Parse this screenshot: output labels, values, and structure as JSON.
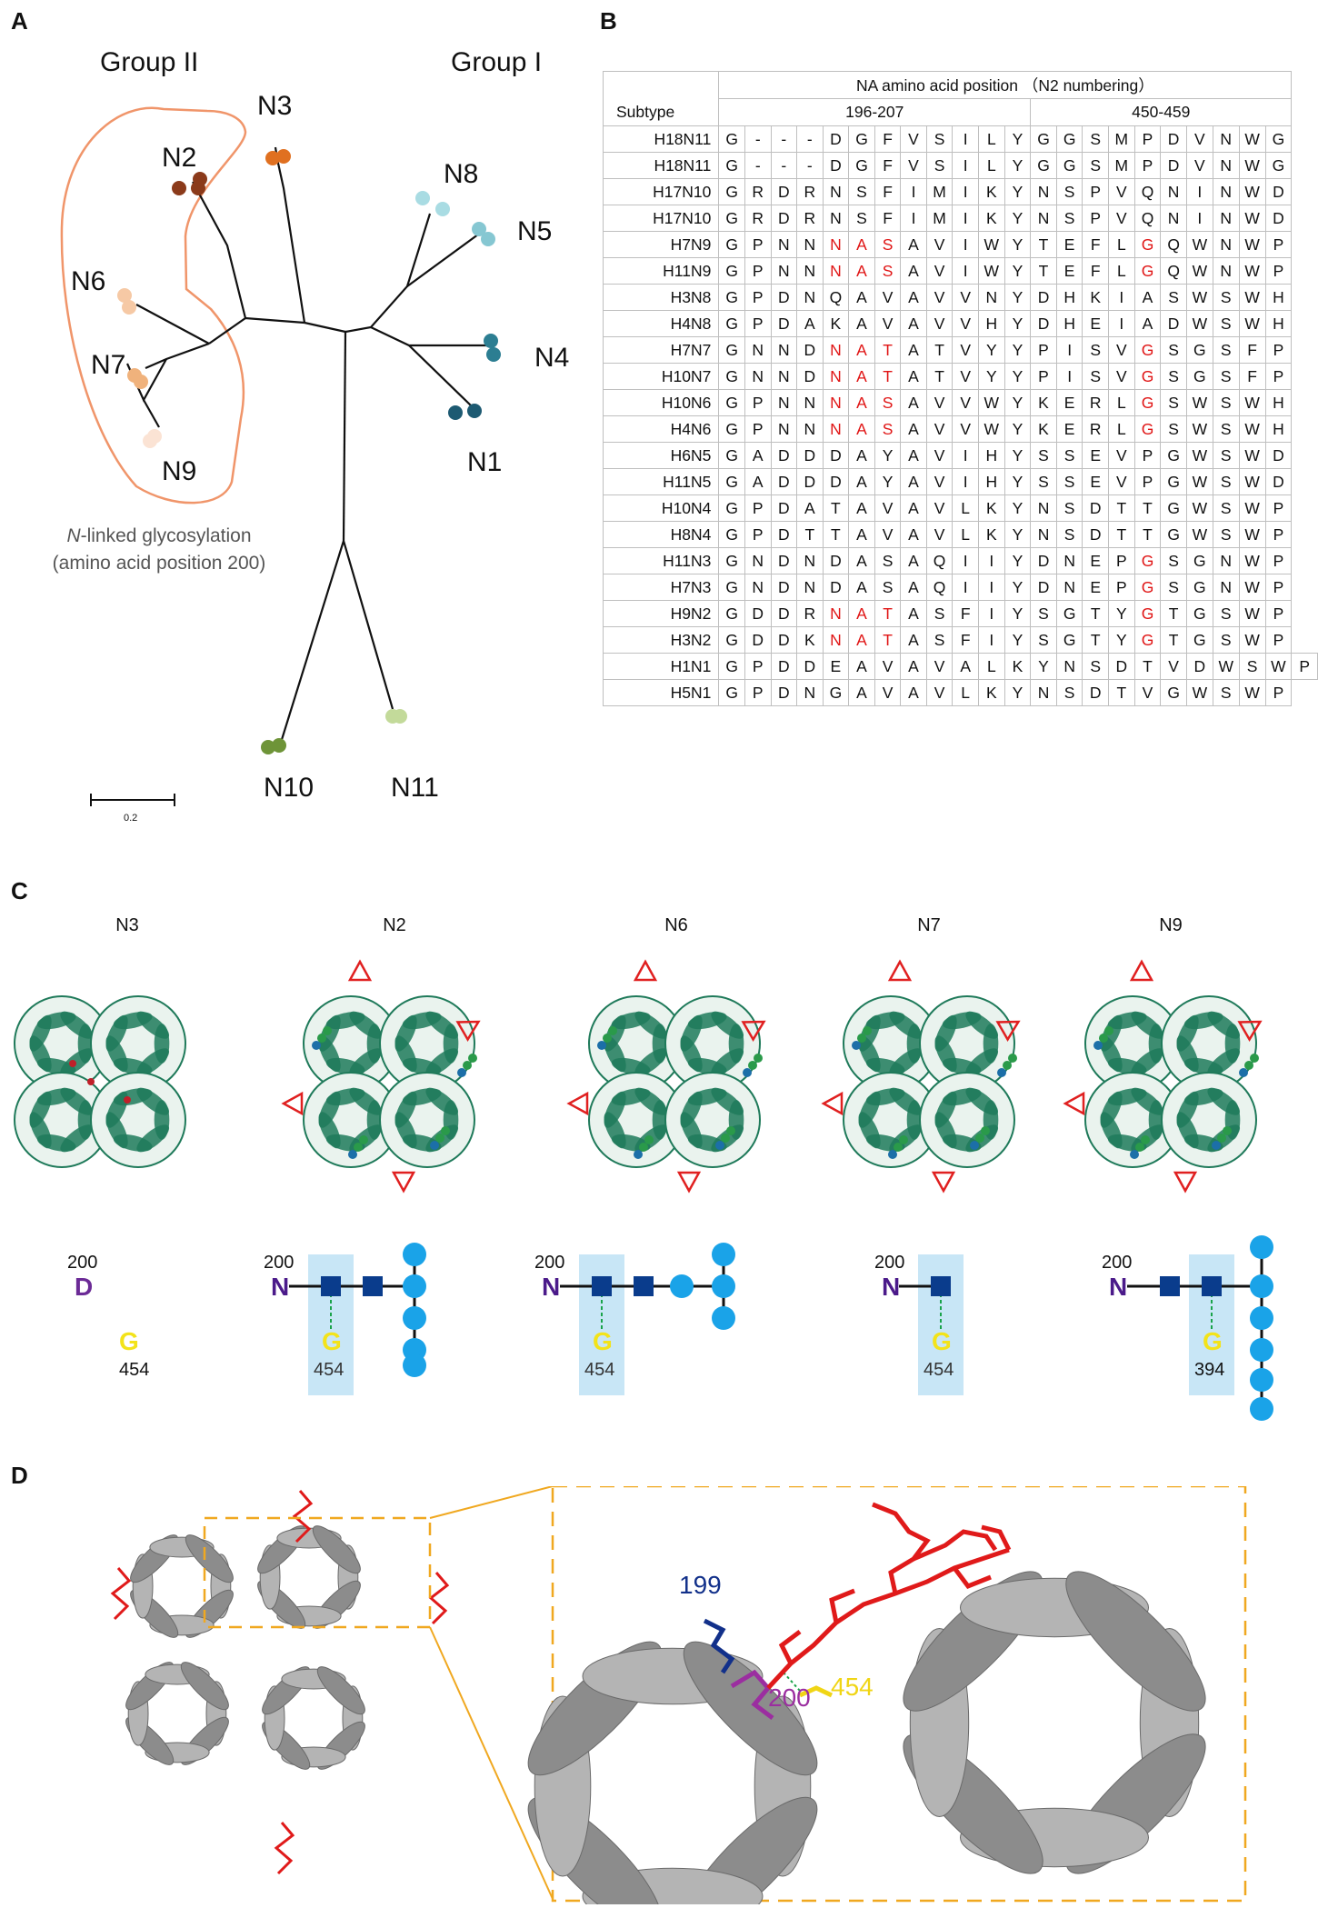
{
  "panels": {
    "a": "A",
    "b": "B",
    "c": "C",
    "d": "D"
  },
  "panelA": {
    "group_left": "Group II",
    "group_right": "Group I",
    "leaves": [
      {
        "label": "N1",
        "color": "#1d5a72"
      },
      {
        "label": "N2",
        "color": "#8b3a1a"
      },
      {
        "label": "N3",
        "color": "#e07020"
      },
      {
        "label": "N4",
        "color": "#2c7e92"
      },
      {
        "label": "N5",
        "color": "#86c7d2"
      },
      {
        "label": "N6",
        "color": "#f6c9a5"
      },
      {
        "label": "N7",
        "color": "#f0b27c"
      },
      {
        "label": "N8",
        "color": "#a9dce3"
      },
      {
        "label": "N9",
        "color": "#fbe3d4"
      },
      {
        "label": "N10",
        "color": "#6e9438"
      },
      {
        "label": "N11",
        "color": "#c3da9a"
      }
    ],
    "note_line1_italic": "N",
    "note_line1_rest": "-linked glycosylation",
    "note_line2": "(amino acid position 200)",
    "scale_label": "0.2",
    "outline_color": "#f0956a"
  },
  "panelB": {
    "header_title": "NA amino acid position （N2 numbering）",
    "subtype_label": "Subtype",
    "range1": "196-207",
    "range2": "450-459",
    "rows": [
      {
        "subtype": "H18N11",
        "seq": [
          "G",
          "-",
          "-",
          "-",
          "D",
          "G",
          "F",
          "V",
          "S",
          "I",
          "L",
          "Y",
          "G",
          "G",
          "S",
          "M",
          "P",
          "D",
          "V",
          "N",
          "W",
          "G"
        ],
        "red": []
      },
      {
        "subtype": "H18N11",
        "seq": [
          "G",
          "-",
          "-",
          "-",
          "D",
          "G",
          "F",
          "V",
          "S",
          "I",
          "L",
          "Y",
          "G",
          "G",
          "S",
          "M",
          "P",
          "D",
          "V",
          "N",
          "W",
          "G"
        ],
        "red": []
      },
      {
        "subtype": "H17N10",
        "seq": [
          "G",
          "R",
          "D",
          "R",
          "N",
          "S",
          "F",
          "I",
          "M",
          "I",
          "K",
          "Y",
          "N",
          "S",
          "P",
          "V",
          "Q",
          "N",
          "I",
          "N",
          "W",
          "D"
        ],
        "red": []
      },
      {
        "subtype": "H17N10",
        "seq": [
          "G",
          "R",
          "D",
          "R",
          "N",
          "S",
          "F",
          "I",
          "M",
          "I",
          "K",
          "Y",
          "N",
          "S",
          "P",
          "V",
          "Q",
          "N",
          "I",
          "N",
          "W",
          "D"
        ],
        "red": []
      },
      {
        "subtype": "H7N9",
        "seq": [
          "G",
          "P",
          "N",
          "N",
          "N",
          "A",
          "S",
          "A",
          "V",
          "I",
          "W",
          "Y",
          "T",
          "E",
          "F",
          "L",
          "G",
          "Q",
          "W",
          "N",
          "W",
          "P"
        ],
        "red": [
          4,
          5,
          6,
          16
        ]
      },
      {
        "subtype": "H11N9",
        "seq": [
          "G",
          "P",
          "N",
          "N",
          "N",
          "A",
          "S",
          "A",
          "V",
          "I",
          "W",
          "Y",
          "T",
          "E",
          "F",
          "L",
          "G",
          "Q",
          "W",
          "N",
          "W",
          "P"
        ],
        "red": [
          4,
          5,
          6,
          16
        ]
      },
      {
        "subtype": "H3N8",
        "seq": [
          "G",
          "P",
          "D",
          "N",
          "Q",
          "A",
          "V",
          "A",
          "V",
          "V",
          "N",
          "Y",
          "D",
          "H",
          "K",
          "I",
          "A",
          "S",
          "W",
          "S",
          "W",
          "H"
        ],
        "red": []
      },
      {
        "subtype": "H4N8",
        "seq": [
          "G",
          "P",
          "D",
          "A",
          "K",
          "A",
          "V",
          "A",
          "V",
          "V",
          "H",
          "Y",
          "D",
          "H",
          "E",
          "I",
          "A",
          "D",
          "W",
          "S",
          "W",
          "H"
        ],
        "red": []
      },
      {
        "subtype": "H7N7",
        "seq": [
          "G",
          "N",
          "N",
          "D",
          "N",
          "A",
          "T",
          "A",
          "T",
          "V",
          "Y",
          "Y",
          "P",
          "I",
          "S",
          "V",
          "G",
          "S",
          "G",
          "S",
          "F",
          "P"
        ],
        "red": [
          4,
          5,
          6,
          16
        ]
      },
      {
        "subtype": "H10N7",
        "seq": [
          "G",
          "N",
          "N",
          "D",
          "N",
          "A",
          "T",
          "A",
          "T",
          "V",
          "Y",
          "Y",
          "P",
          "I",
          "S",
          "V",
          "G",
          "S",
          "G",
          "S",
          "F",
          "P"
        ],
        "red": [
          4,
          5,
          6,
          16
        ]
      },
      {
        "subtype": "H10N6",
        "seq": [
          "G",
          "P",
          "N",
          "N",
          "N",
          "A",
          "S",
          "A",
          "V",
          "V",
          "W",
          "Y",
          "K",
          "E",
          "R",
          "L",
          "G",
          "S",
          "W",
          "S",
          "W",
          "H"
        ],
        "red": [
          4,
          5,
          6,
          16
        ]
      },
      {
        "subtype": "H4N6",
        "seq": [
          "G",
          "P",
          "N",
          "N",
          "N",
          "A",
          "S",
          "A",
          "V",
          "V",
          "W",
          "Y",
          "K",
          "E",
          "R",
          "L",
          "G",
          "S",
          "W",
          "S",
          "W",
          "H"
        ],
        "red": [
          4,
          5,
          6,
          16
        ]
      },
      {
        "subtype": "H6N5",
        "seq": [
          "G",
          "A",
          "D",
          "D",
          "D",
          "A",
          "Y",
          "A",
          "V",
          "I",
          "H",
          "Y",
          "S",
          "S",
          "E",
          "V",
          "P",
          "G",
          "W",
          "S",
          "W",
          "D"
        ],
        "red": []
      },
      {
        "subtype": "H11N5",
        "seq": [
          "G",
          "A",
          "D",
          "D",
          "D",
          "A",
          "Y",
          "A",
          "V",
          "I",
          "H",
          "Y",
          "S",
          "S",
          "E",
          "V",
          "P",
          "G",
          "W",
          "S",
          "W",
          "D"
        ],
        "red": []
      },
      {
        "subtype": "H10N4",
        "seq": [
          "G",
          "P",
          "D",
          "A",
          "T",
          "A",
          "V",
          "A",
          "V",
          "L",
          "K",
          "Y",
          "N",
          "S",
          "D",
          "T",
          "T",
          "G",
          "W",
          "S",
          "W",
          "P"
        ],
        "red": []
      },
      {
        "subtype": "H8N4",
        "seq": [
          "G",
          "P",
          "D",
          "T",
          "T",
          "A",
          "V",
          "A",
          "V",
          "L",
          "K",
          "Y",
          "N",
          "S",
          "D",
          "T",
          "T",
          "G",
          "W",
          "S",
          "W",
          "P"
        ],
        "red": []
      },
      {
        "subtype": "H11N3",
        "seq": [
          "G",
          "N",
          "D",
          "N",
          "D",
          "A",
          "S",
          "A",
          "Q",
          "I",
          "I",
          "Y",
          "D",
          "N",
          "E",
          "P",
          "G",
          "S",
          "G",
          "N",
          "W",
          "P"
        ],
        "red": [
          16
        ]
      },
      {
        "subtype": "H7N3",
        "seq": [
          "G",
          "N",
          "D",
          "N",
          "D",
          "A",
          "S",
          "A",
          "Q",
          "I",
          "I",
          "Y",
          "D",
          "N",
          "E",
          "P",
          "G",
          "S",
          "G",
          "N",
          "W",
          "P"
        ],
        "red": [
          16
        ]
      },
      {
        "subtype": "H9N2",
        "seq": [
          "G",
          "D",
          "D",
          "R",
          "N",
          "A",
          "T",
          "A",
          "S",
          "F",
          "I",
          "Y",
          "S",
          "G",
          "T",
          "Y",
          "G",
          "T",
          "G",
          "S",
          "W",
          "P"
        ],
        "red": [
          4,
          5,
          6,
          16
        ]
      },
      {
        "subtype": "H3N2",
        "seq": [
          "G",
          "D",
          "D",
          "K",
          "N",
          "A",
          "T",
          "A",
          "S",
          "F",
          "I",
          "Y",
          "S",
          "G",
          "T",
          "Y",
          "G",
          "T",
          "G",
          "S",
          "W",
          "P"
        ],
        "red": [
          4,
          5,
          6,
          16
        ]
      },
      {
        "subtype": "H1N1",
        "seq": [
          "G",
          "P",
          "D",
          "D",
          "E",
          "A",
          "V",
          "A",
          "V",
          "A",
          "L",
          "K",
          "Y",
          "N",
          "S",
          "D",
          "T",
          "V",
          "D",
          "W",
          "S",
          "W",
          "P"
        ],
        "red": []
      },
      {
        "subtype": "H5N1",
        "seq": [
          "G",
          "P",
          "D",
          "N",
          "G",
          "A",
          "V",
          "A",
          "V",
          "L",
          "K",
          "Y",
          "N",
          "S",
          "D",
          "T",
          "V",
          "G",
          "W",
          "S",
          "W",
          "P"
        ],
        "red": []
      }
    ]
  },
  "panelC": {
    "structures": [
      "N3",
      "N2",
      "N6",
      "N7",
      "N9"
    ],
    "n3": {
      "pos": "200",
      "res": "D",
      "g": "G",
      "gpos": "454"
    },
    "n2": {
      "pos": "200",
      "res": "N",
      "g": "G",
      "gpos": "454"
    },
    "n6": {
      "pos": "200",
      "res": "N",
      "g": "G",
      "gpos": "454"
    },
    "n7": {
      "pos": "200",
      "res": "N",
      "g": "G",
      "gpos": "454"
    },
    "n9": {
      "pos": "200",
      "res": "N",
      "g": "G",
      "gpos": "394"
    },
    "colors": {
      "glcnac": "#0a3c8c",
      "sugar": "#1aa3e8",
      "highlight": "#c8e6f6",
      "hbond": "#1aa34a",
      "protein": "#1f7a5a",
      "arrow": "#e02020"
    }
  },
  "panelD": {
    "label_199": "199",
    "label_200": "200",
    "label_454": "454",
    "colors": {
      "res199": "#12308a",
      "res200": "#9b2ea0",
      "res454": "#f0d515",
      "glycan": "#e01a1a",
      "ribbon": "#9a9a9a",
      "box": "#f0a820"
    }
  }
}
